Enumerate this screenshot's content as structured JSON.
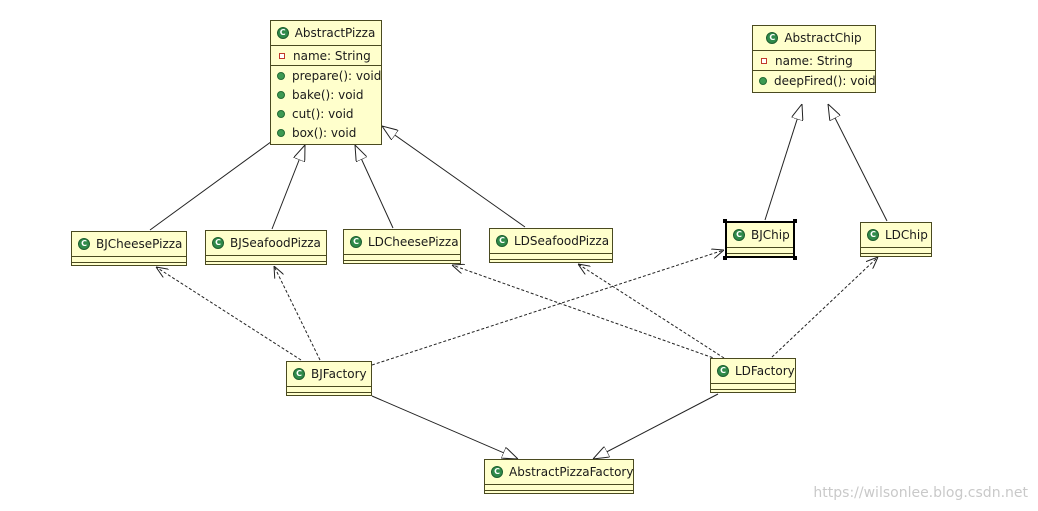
{
  "classes": {
    "abstract_pizza": {
      "name": "AbstractPizza",
      "attributes": [
        "name: String"
      ],
      "methods": [
        "prepare(): void",
        "bake(): void",
        "cut(): void",
        "box(): void"
      ]
    },
    "abstract_chip": {
      "name": "AbstractChip",
      "attributes": [
        "name: String"
      ],
      "methods": [
        "deepFired(): void"
      ]
    },
    "bj_cheese_pizza": {
      "name": "BJCheesePizza"
    },
    "bj_seafood_pizza": {
      "name": "BJSeafoodPizza"
    },
    "ld_cheese_pizza": {
      "name": "LDCheesePizza"
    },
    "ld_seafood_pizza": {
      "name": "LDSeafoodPizza"
    },
    "bj_chip": {
      "name": "BJChip"
    },
    "ld_chip": {
      "name": "LDChip"
    },
    "bj_factory": {
      "name": "BJFactory"
    },
    "ld_factory": {
      "name": "LDFactory"
    },
    "abstract_pizza_factory": {
      "name": "AbstractPizzaFactory"
    }
  },
  "class_icon_glyph": "C",
  "watermark": "https://wilsonlee.blog.csdn.net",
  "colors": {
    "class_fill": "#ffffcc",
    "class_border": "#4a4a20",
    "class_icon": "#2f8a4a",
    "edge": "#222222"
  },
  "relationships": [
    {
      "from": "BJCheesePizza",
      "to": "AbstractPizza",
      "type": "generalization"
    },
    {
      "from": "BJSeafoodPizza",
      "to": "AbstractPizza",
      "type": "generalization"
    },
    {
      "from": "LDCheesePizza",
      "to": "AbstractPizza",
      "type": "generalization"
    },
    {
      "from": "LDSeafoodPizza",
      "to": "AbstractPizza",
      "type": "generalization"
    },
    {
      "from": "BJChip",
      "to": "AbstractChip",
      "type": "generalization"
    },
    {
      "from": "LDChip",
      "to": "AbstractChip",
      "type": "generalization"
    },
    {
      "from": "BJFactory",
      "to": "AbstractPizzaFactory",
      "type": "generalization"
    },
    {
      "from": "LDFactory",
      "to": "AbstractPizzaFactory",
      "type": "generalization"
    },
    {
      "from": "BJFactory",
      "to": "BJCheesePizza",
      "type": "dependency"
    },
    {
      "from": "BJFactory",
      "to": "BJSeafoodPizza",
      "type": "dependency"
    },
    {
      "from": "BJFactory",
      "to": "BJChip",
      "type": "dependency"
    },
    {
      "from": "LDFactory",
      "to": "LDCheesePizza",
      "type": "dependency"
    },
    {
      "from": "LDFactory",
      "to": "LDSeafoodPizza",
      "type": "dependency"
    },
    {
      "from": "LDFactory",
      "to": "LDChip",
      "type": "dependency"
    }
  ]
}
